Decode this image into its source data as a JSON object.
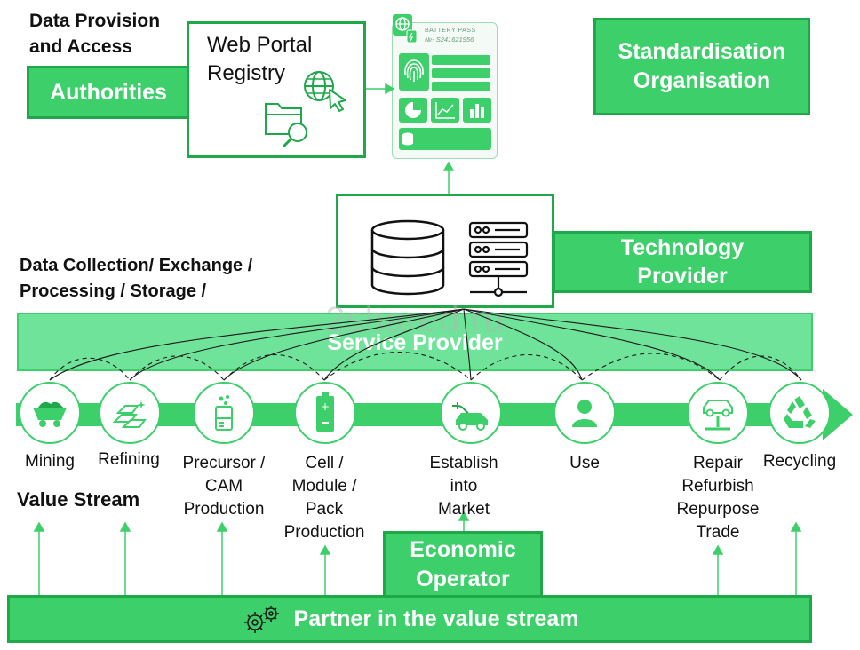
{
  "headings": {
    "data_provision": [
      "Data Provision",
      "and Access"
    ],
    "data_collection": [
      "Data Collection/ Exchange /",
      "Processing  / Storage /"
    ],
    "value_stream": "Value Stream"
  },
  "boxes": {
    "authorities": "Authorities",
    "web_portal": [
      "Web Portal",
      "Registry"
    ],
    "standardisation": [
      "Standardisation",
      "Organisation"
    ],
    "technology_provider": [
      "Technology",
      "Provider"
    ],
    "service_provider": "Service Provider",
    "economic_operator": [
      "Economic",
      "Operator"
    ],
    "partner": "Partner in the value stream"
  },
  "battery_pass": {
    "title": "BATTERY PASS",
    "number": "№- S241621956"
  },
  "watermark": "2shared.ru",
  "stages": [
    {
      "label": [
        "Mining"
      ],
      "icon": "mining-cart-icon"
    },
    {
      "label": [
        "Refining"
      ],
      "icon": "ingots-icon"
    },
    {
      "label": [
        "Precursor /",
        "CAM",
        "Production"
      ],
      "icon": "beaker-icon"
    },
    {
      "label": [
        "Cell /",
        "Module /",
        "Pack",
        "Production"
      ],
      "icon": "battery-icon"
    },
    {
      "label": [
        "Establish",
        "into",
        "Market"
      ],
      "icon": "electric-car-icon"
    },
    {
      "label": [
        "Use"
      ],
      "icon": "person-icon"
    },
    {
      "label": [
        "Repair",
        "Refurbish",
        "Repurpose",
        "Trade"
      ],
      "icon": "car-lift-icon"
    },
    {
      "label": [
        "Recycling"
      ],
      "icon": "recycle-icon"
    }
  ],
  "colors": {
    "green": "#3ccf6a",
    "dark_green": "#1fa84a",
    "light_green": "#6fe39a"
  }
}
